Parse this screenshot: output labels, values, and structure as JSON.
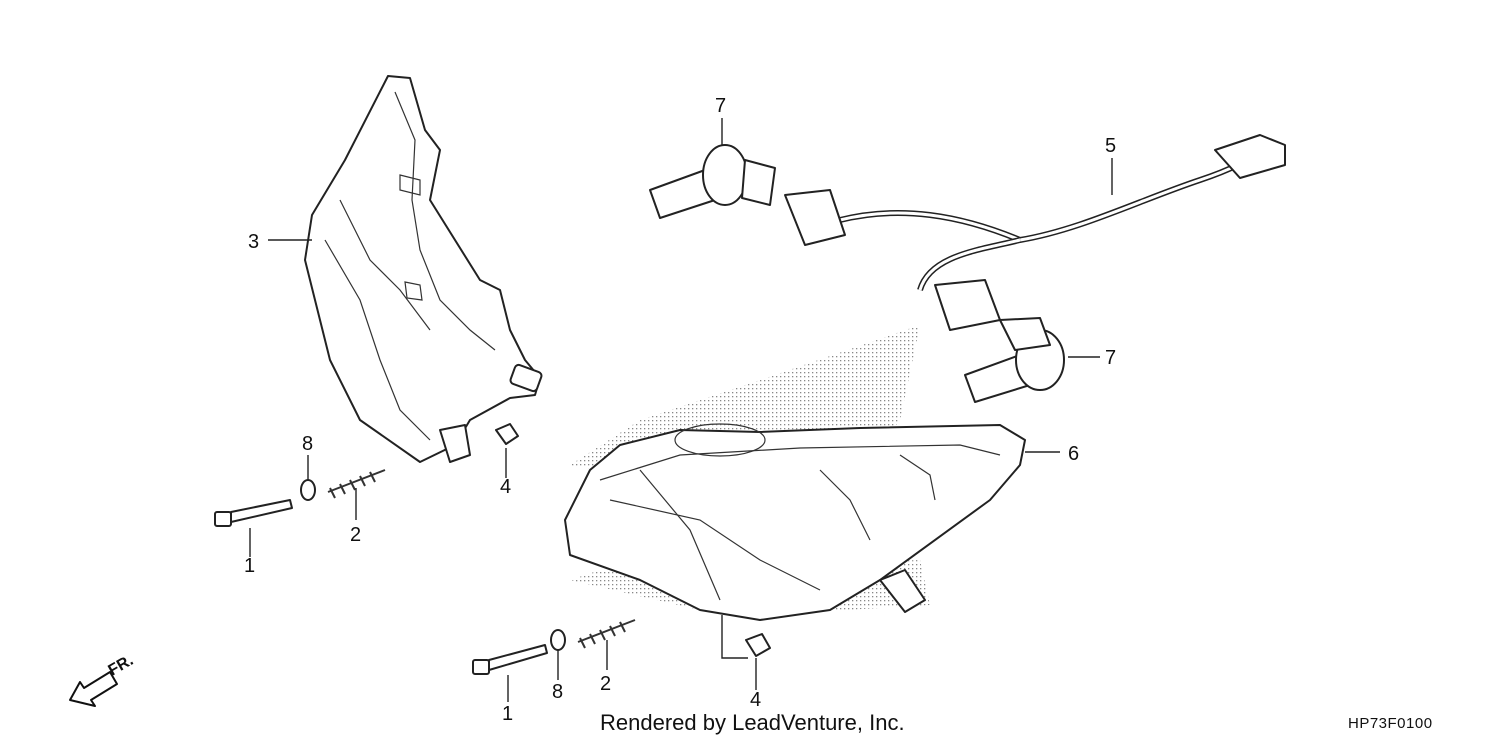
{
  "callouts": {
    "bolt_left": "1",
    "spring_left": "2",
    "left_housing": "3",
    "nut_left": "4",
    "harness": "5",
    "right_housing": "6",
    "bulb_top": "7",
    "bulb_right": "7",
    "washer_left": "8",
    "bolt_right": "1",
    "spring_right": "2",
    "nut_right": "4",
    "washer_right": "8"
  },
  "direction_label": "FR.",
  "footer": {
    "credit": "Rendered by LeadVenture, Inc.",
    "diagram_code": "HP73F0100"
  },
  "icons": {
    "direction": "arrow-front-icon"
  }
}
